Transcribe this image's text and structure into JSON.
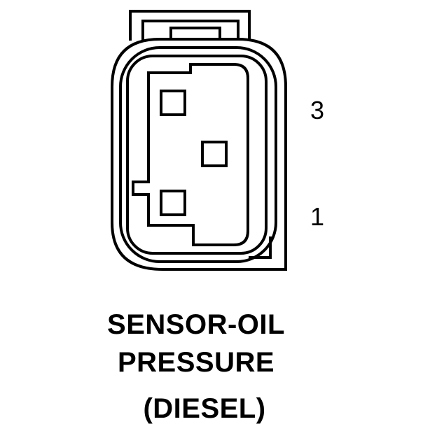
{
  "diagram": {
    "pin_labels": {
      "top": "3",
      "bottom": "1"
    },
    "caption": {
      "line1": "SENSOR-OIL",
      "line2": "PRESSURE",
      "line3": "(DIESEL)"
    },
    "colors": {
      "ink": "#000000",
      "paper": "#ffffff"
    }
  }
}
